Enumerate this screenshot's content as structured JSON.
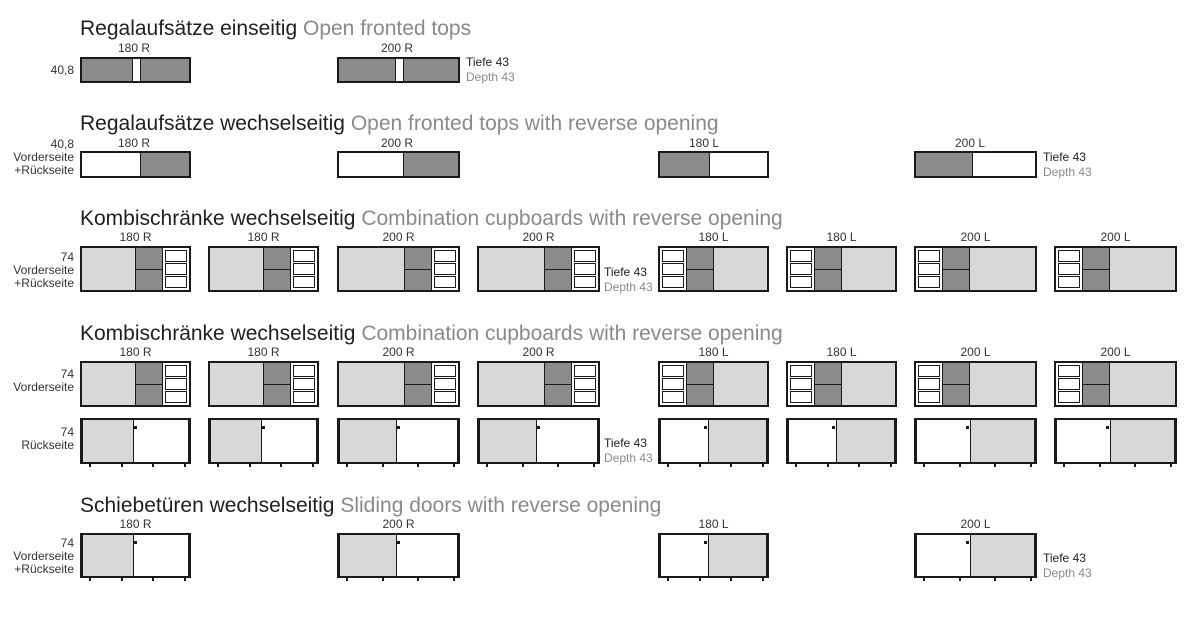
{
  "sections": {
    "open_tops": {
      "title_de": "Regalaufsätze einseitig",
      "title_en": "Open fronted tops",
      "height": "40,8",
      "labels": [
        "180 R",
        "200 R"
      ]
    },
    "open_tops_reverse": {
      "title_de": "Regalaufsätze wechselseitig",
      "title_en": "Open fronted tops with reverse opening",
      "height": "40,8",
      "side1": "Vorderseite",
      "side2": "+Rückseite",
      "labels": [
        "180 R",
        "200 R",
        "180 L",
        "200 L"
      ]
    },
    "combi_1": {
      "title_de": "Kombischränke wechselseitig",
      "title_en": "Combination cupboards with reverse opening",
      "height": "74",
      "side1": "Vorderseite",
      "side2": "+Rückseite",
      "labels": [
        "180 R",
        "180 R",
        "200 R",
        "200 R",
        "180 L",
        "180 L",
        "200 L",
        "200 L"
      ]
    },
    "combi_2": {
      "title_de": "Kombischränke wechselseitig",
      "title_en": "Combination cupboards with reverse opening",
      "height_front": "74",
      "front": "Vorderseite",
      "height_back": "74",
      "back": "Rückseite",
      "labels": [
        "180 R",
        "180 R",
        "200 R",
        "200 R",
        "180 L",
        "180 L",
        "200 L",
        "200 L"
      ]
    },
    "sliding": {
      "title_de": "Schiebetüren wechselseitig",
      "title_en": "Sliding doors with reverse opening",
      "height": "74",
      "side1": "Vorderseite",
      "side2": "+Rückseite",
      "labels": [
        "180 R",
        "200 R",
        "180 L",
        "200 L"
      ]
    }
  },
  "depth": {
    "de": "Tiefe 43",
    "en": "Depth 43"
  },
  "colors": {
    "dark_fill": "#8c8c8c",
    "light_fill": "#d8d8d8",
    "outline": "#1a1a1a",
    "subtitle": "#8a8a8a"
  }
}
